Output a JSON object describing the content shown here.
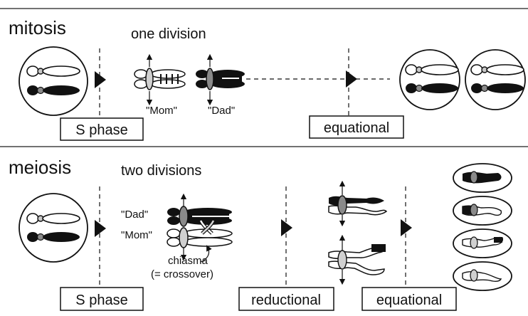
{
  "mitosis": {
    "title": "mitosis",
    "subtitle": "one division",
    "label_mom": "\"Mom\"",
    "label_dad": "\"Dad\"",
    "box_s_phase": "S phase",
    "box_equational": "equational"
  },
  "meiosis": {
    "title": "meiosis",
    "subtitle": "two divisions",
    "label_dad": "\"Dad\"",
    "label_mom": "\"Mom\"",
    "chiasma_line1": "chiasma",
    "chiasma_line2": "(= crossover)",
    "box_s_phase": "S phase",
    "box_reductional": "reductional",
    "box_equational": "equational"
  },
  "colors": {
    "ink": "#111111",
    "mom_shade": "#d0d0d0",
    "dad_shade": "#111111",
    "centromere": "#8a8a8a"
  }
}
